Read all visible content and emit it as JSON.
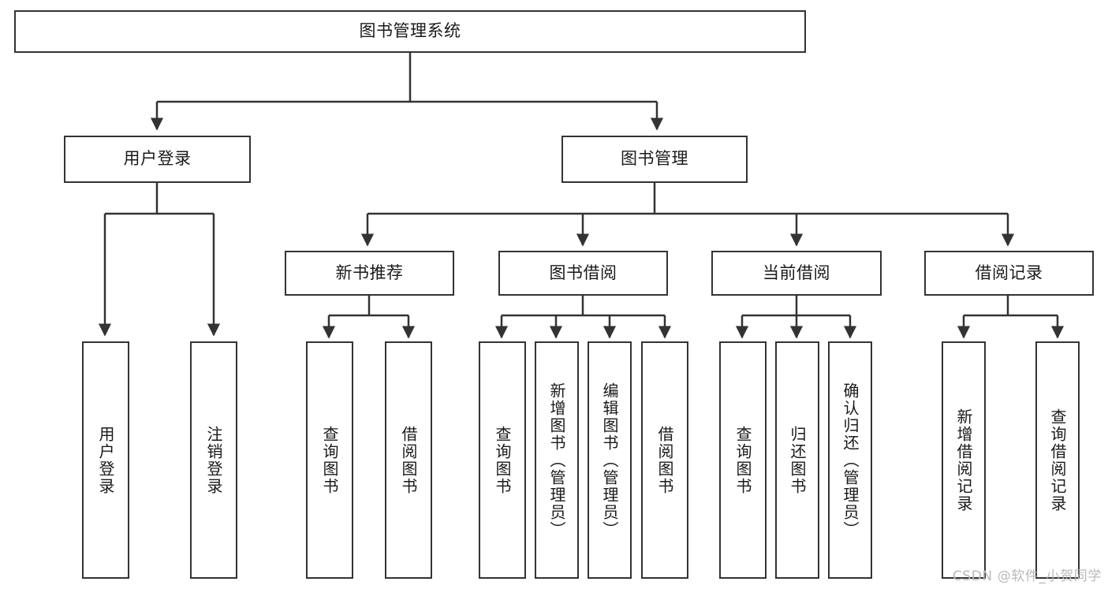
{
  "diagram": {
    "title": "图书管理系统",
    "type": "tree-hierarchy",
    "watermark": "CSDN @软件_小贺同学",
    "colors": {
      "box_border": "#333333",
      "box_fill": "#ffffff",
      "connector": "#333333",
      "text": "#1a1a1a",
      "watermark": "#b9b9b9",
      "background": "#ffffff"
    },
    "nodes": {
      "root": {
        "label": "图书管理系统"
      },
      "level2": [
        {
          "label": "用户登录"
        },
        {
          "label": "图书管理"
        }
      ],
      "level3": [
        {
          "label": "新书推荐"
        },
        {
          "label": "图书借阅"
        },
        {
          "label": "当前借阅"
        },
        {
          "label": "借阅记录"
        }
      ],
      "leaves_user_login": [
        {
          "label": "用户登录"
        },
        {
          "label": "注销登录"
        }
      ],
      "leaves_new_book": [
        {
          "label": "查询图书"
        },
        {
          "label": "借阅图书"
        }
      ],
      "leaves_borrow": [
        {
          "label": "查询图书"
        },
        {
          "label": "新增图书（管理员）"
        },
        {
          "label": "编辑图书（管理员）"
        },
        {
          "label": "借阅图书"
        }
      ],
      "leaves_current": [
        {
          "label": "查询图书"
        },
        {
          "label": "归还图书"
        },
        {
          "label": "确认归还（管理员）"
        }
      ],
      "leaves_records": [
        {
          "label": "新增借阅记录"
        },
        {
          "label": "查询借阅记录"
        }
      ]
    }
  }
}
